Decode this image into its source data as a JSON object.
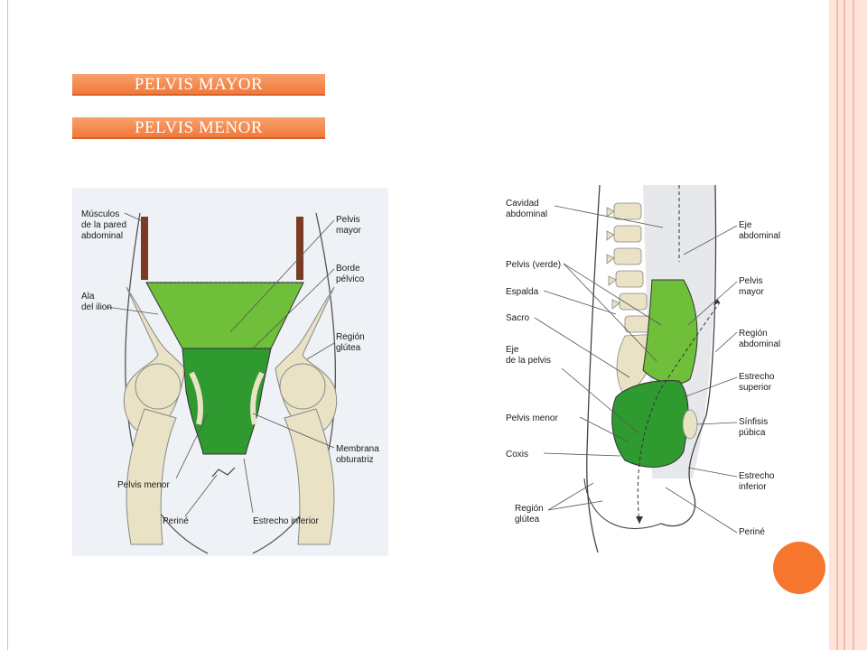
{
  "buttons": {
    "pelvis_mayor": "PELVIS MAYOR",
    "pelvis_menor": "PELVIS MENOR"
  },
  "left_figure": {
    "labels": {
      "musculos": [
        "Músculos",
        "de la pared",
        "abdominal"
      ],
      "ala": [
        "Ala",
        "del ilion"
      ],
      "pelvis_mayor": [
        "Pelvis",
        "mayor"
      ],
      "borde": [
        "Borde",
        "pélvico"
      ],
      "region_glutea": [
        "Región",
        "glútea"
      ],
      "membrana": [
        "Membrana",
        "obturatriz"
      ],
      "pelvis_menor": "Pelvis menor",
      "perine": "Periné",
      "estrecho_inferior": "Estrecho inferior"
    }
  },
  "right_figure": {
    "labels": {
      "cavidad": [
        "Cavidad",
        "abdominal"
      ],
      "pelvis_verde": "Pelvis (verde)",
      "espalda": "Espalda",
      "sacro": "Sacro",
      "eje_pelvis": [
        "Eje",
        "de la pelvis"
      ],
      "pelvis_menor": "Pelvis menor",
      "coxis": "Coxis",
      "region_glutea": [
        "Región",
        "glútea"
      ],
      "eje_abdominal": [
        "Eje",
        "abdominal"
      ],
      "pelvis_mayor": [
        "Pelvis",
        "mayor"
      ],
      "region_abdominal": [
        "Región",
        "abdominal"
      ],
      "estrecho_superior": [
        "Estrecho",
        "superior"
      ],
      "sinfisis": [
        "Sínfisis",
        "púbica"
      ],
      "estrecho_inferior": [
        "Estrecho",
        "inferior"
      ],
      "perine": "Periné"
    }
  },
  "colors": {
    "accent": "#f07a3a",
    "green_light": "#6fbf3a",
    "green_dark": "#2f9a2f",
    "bone": "#e9e2c4"
  }
}
